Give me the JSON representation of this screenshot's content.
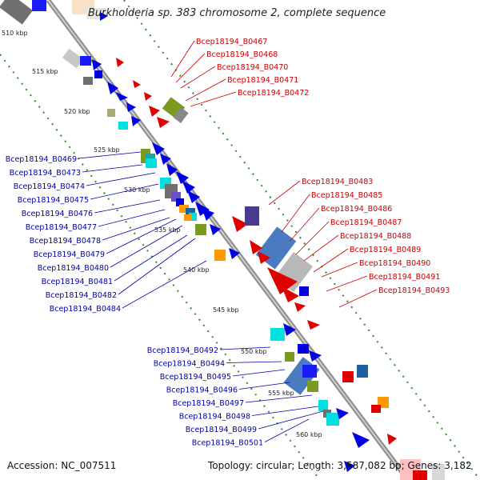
{
  "title": "Burkholderia sp. 383 chromosome 2, complete sequence",
  "accession": "Accession: NC_007511",
  "summary": "Topology: circular; Length: 3,587,082 bp; Genes: 3,182",
  "colors": {
    "backbone": "#8c8c8c",
    "tick": "#2e8b2e",
    "forward_gene": "#e00000",
    "reverse_gene": "#0000e0",
    "label_forward": "#cc0000",
    "label_reverse": "#0000aa"
  },
  "scale_marks": [
    "510 kbp",
    "515 kbp",
    "520 kbp",
    "525 kbp",
    "530 kbp",
    "535 kbp",
    "540 kbp",
    "545 kbp",
    "550 kbp",
    "555 kbp",
    "560 kbp"
  ],
  "labels_right_top": [
    "Bcep18194_B0467",
    "Bcep18194_B0468",
    "Bcep18194_B0470",
    "Bcep18194_B0471",
    "Bcep18194_B0472"
  ],
  "labels_right_mid": [
    "Bcep18194_B0483",
    "Bcep18194_B0485",
    "Bcep18194_B0486",
    "Bcep18194_B0487",
    "Bcep18194_B0488",
    "Bcep18194_B0489",
    "Bcep18194_B0490",
    "Bcep18194_B0491",
    "Bcep18194_B0493"
  ],
  "labels_left_mid": [
    "Bcep18194_B0469",
    "Bcep18194_B0473",
    "Bcep18194_B0474",
    "Bcep18194_B0475",
    "Bcep18194_B0476",
    "Bcep18194_B0477",
    "Bcep18194_B0478",
    "Bcep18194_B0479",
    "Bcep18194_B0480",
    "Bcep18194_B0481",
    "Bcep18194_B0482",
    "Bcep18194_B0484"
  ],
  "labels_left_bottom": [
    "Bcep18194_B0492",
    "Bcep18194_B0494",
    "Bcep18194_B0495",
    "Bcep18194_B0496",
    "Bcep18194_B0497",
    "Bcep18194_B0498",
    "Bcep18194_B0499",
    "Bcep18194_B0501"
  ]
}
